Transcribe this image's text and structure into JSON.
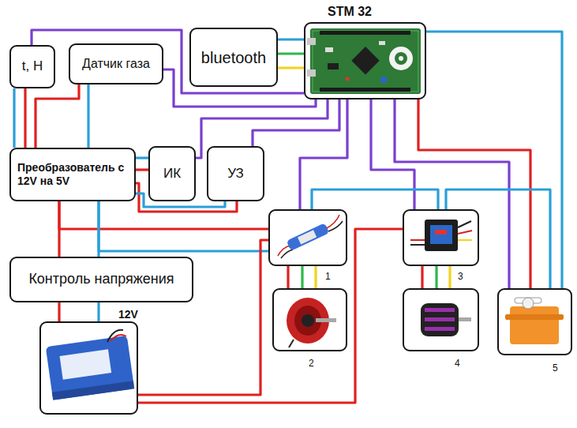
{
  "diagram": {
    "nodes": [
      {
        "text": [
          "t, H"
        ]
      },
      {
        "text": [
          "Датчик газа"
        ]
      },
      {
        "text": [
          "bluetooth"
        ]
      },
      {
        "text": [
          "STM 32"
        ]
      },
      {
        "text": [
          "Преобразователь с 12V на 5V"
        ]
      },
      {
        "text": [
          "ИК"
        ]
      },
      {
        "text": [
          "УЗ"
        ]
      },
      {
        "text": [
          "1"
        ]
      },
      {
        "text": [
          "3"
        ]
      },
      {
        "text": [
          "Контроль напряжения"
        ]
      },
      {
        "text": [
          "2"
        ]
      },
      {
        "text": [
          "4"
        ]
      },
      {
        "text": [
          "5"
        ]
      },
      {
        "text": [
          "12V"
        ]
      }
    ],
    "edges": [
      {
        "from": 0,
        "to": 3,
        "arrow": "none"
      },
      {
        "from": 1,
        "to": 3,
        "arrow": "none"
      },
      {
        "from": 2,
        "to": 3,
        "arrow": "none"
      },
      {
        "from": 2,
        "to": 3,
        "arrow": "none"
      },
      {
        "from": 2,
        "to": 3,
        "arrow": "none"
      },
      {
        "from": 5,
        "to": 3,
        "arrow": "none"
      },
      {
        "from": 6,
        "to": 3,
        "arrow": "none"
      },
      {
        "from": 0,
        "to": 4,
        "arrow": "none"
      },
      {
        "from": 0,
        "to": 4,
        "arrow": "none"
      },
      {
        "from": 1,
        "to": 4,
        "arrow": "none"
      },
      {
        "from": 1,
        "to": 4,
        "arrow": "none"
      },
      {
        "from": 4,
        "to": 5,
        "arrow": "none"
      },
      {
        "from": 4,
        "to": 5,
        "arrow": "none"
      },
      {
        "from": 4,
        "to": 6,
        "arrow": "none"
      },
      {
        "from": 4,
        "to": 6,
        "arrow": "none"
      },
      {
        "from": 3,
        "to": 7,
        "arrow": "none"
      },
      {
        "from": 3,
        "to": 8,
        "arrow": "none"
      },
      {
        "from": 3,
        "to": 12,
        "arrow": "none"
      },
      {
        "from": 3,
        "to": 12,
        "arrow": "none"
      },
      {
        "from": 3,
        "to": 12,
        "arrow": "none"
      },
      {
        "from": 4,
        "to": 7,
        "arrow": "none"
      },
      {
        "from": 4,
        "to": 7,
        "arrow": "none"
      },
      {
        "from": 7,
        "to": 8,
        "arrow": "none"
      },
      {
        "from": 8,
        "to": 12,
        "arrow": "none"
      },
      {
        "from": 13,
        "to": 7,
        "arrow": "none"
      },
      {
        "from": 13,
        "to": 8,
        "arrow": "none"
      },
      {
        "from": 7,
        "to": 10,
        "arrow": "none"
      },
      {
        "from": 7,
        "to": 10,
        "arrow": "none"
      },
      {
        "from": 7,
        "to": 10,
        "arrow": "none"
      },
      {
        "from": 8,
        "to": 11,
        "arrow": "none"
      },
      {
        "from": 8,
        "to": 11,
        "arrow": "none"
      },
      {
        "from": 8,
        "to": 11,
        "arrow": "none"
      },
      {
        "from": 9,
        "to": 4,
        "arrow": "none"
      },
      {
        "from": 9,
        "to": 4,
        "arrow": "none"
      },
      {
        "from": 13,
        "to": 9,
        "arrow": "none"
      },
      {
        "from": 13,
        "to": 9,
        "arrow": "none"
      }
    ]
  }
}
